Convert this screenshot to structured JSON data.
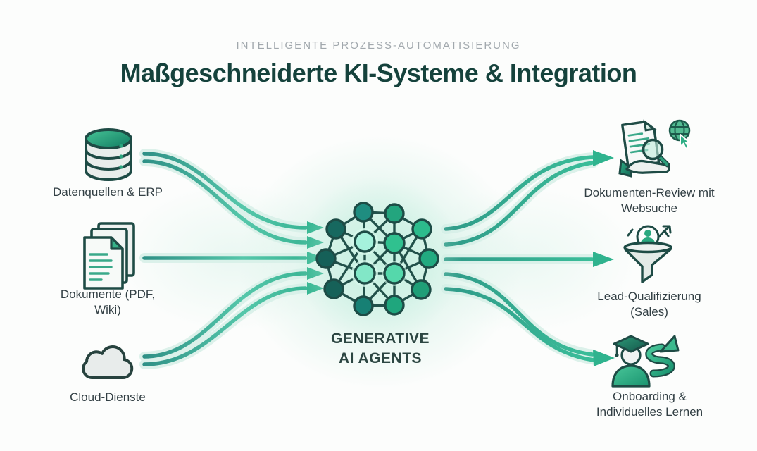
{
  "header": {
    "eyebrow": "INTELLIGENTE PROZESS-AUTOMATISIERUNG",
    "title": "Maßgeschneiderte KI-Systeme & Integration"
  },
  "inputs": [
    {
      "label": "Datenquellen & ERP",
      "icon": "database-icon"
    },
    {
      "label": "Dokumente (PDF, Wiki)",
      "icon": "documents-icon"
    },
    {
      "label": "Cloud-Dienste",
      "icon": "cloud-icon"
    }
  ],
  "center": {
    "line1": "GENERATIVE",
    "line2": "AI AGENTS",
    "icon": "neural-network-icon"
  },
  "outputs": [
    {
      "label": "Dokumenten-Review mit Websuche",
      "icon": "document-review-websearch-icon"
    },
    {
      "label": "Lead-Qualifizierung (Sales)",
      "icon": "lead-funnel-icon"
    },
    {
      "label": "Onboarding & Individuelles Lernen",
      "icon": "onboarding-learning-icon"
    }
  ],
  "colors": {
    "title_dark_teal": "#15423c",
    "eyebrow_gray": "#a1a8ad",
    "label_dark": "#323f44",
    "flow_teal": "#2e948b",
    "flow_green": "#3cc39c",
    "node_dark": "#1d4c46"
  }
}
